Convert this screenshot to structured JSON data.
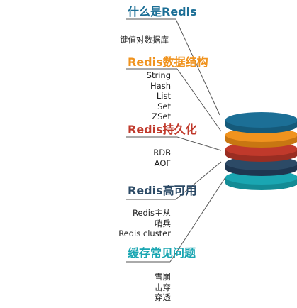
{
  "colors": {
    "redis_intro": "#1c6f96",
    "data_structures": "#f0931e",
    "persistence": "#c0392b",
    "high_availability": "#2c4a66",
    "common_problems": "#1aa6b2",
    "leader_line": "#555555"
  },
  "sections": [
    {
      "title": "什么是Redis",
      "items": [
        "键值对数据库"
      ]
    },
    {
      "title": "Redis数据结构",
      "items": [
        "String",
        "Hash",
        "List",
        "Set",
        "ZSet"
      ]
    },
    {
      "title": "Redis持久化",
      "items": [
        "RDB",
        "AOF"
      ]
    },
    {
      "title": "Redis高可用",
      "items": [
        "Redis主从",
        "哨兵",
        "Redis cluster"
      ]
    },
    {
      "title": "缓存常见问题",
      "items": [
        "雪崩",
        "击穿",
        "穿透"
      ]
    }
  ]
}
